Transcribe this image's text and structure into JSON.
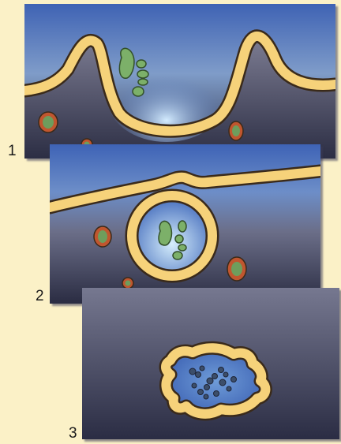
{
  "figure": {
    "steps": [
      {
        "label": "1"
      },
      {
        "label": "2"
      },
      {
        "label": "3"
      }
    ]
  },
  "colors": {
    "page_background": "#fbf1c7",
    "top_blue": "#4a70c0",
    "light_blue": "#b9dcf3",
    "cytoplasm_dark": "#2e3148",
    "cytoplasm_mid": "#6d6f86",
    "membrane": "#f6d27a",
    "membrane_outline": "#3a2a1a",
    "particle_green": "#7cb069",
    "vesicle_inner_green": "#6e9d5c",
    "vesicle_ring_red": "#c0562f"
  }
}
